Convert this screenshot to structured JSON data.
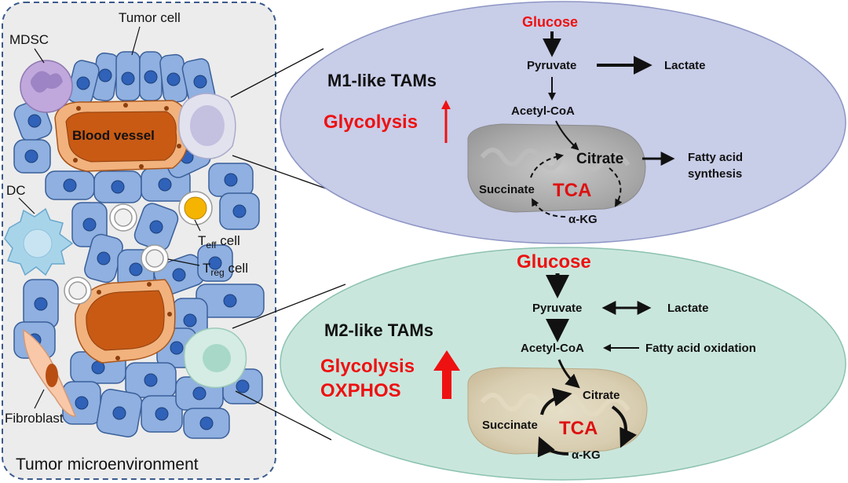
{
  "tme": {
    "caption": "Tumor microenvironment",
    "labels": {
      "tumor_cell": "Tumor cell",
      "mdsc": "MDSC",
      "blood_vessel": "Blood vessel",
      "dc": "DC",
      "teff_main": "T",
      "teff_sub": "eff",
      "teff_cell": " cell",
      "treg_main": "T",
      "treg_sub": "reg",
      "treg_cell": " cell",
      "fibroblast": "Fibroblast"
    }
  },
  "m1": {
    "title": "M1-like TAMs",
    "change": "Glycolysis",
    "nodes": {
      "glucose": "Glucose",
      "pyruvate": "Pyruvate",
      "lactate": "Lactate",
      "acetyl_coa": "Acetyl-CoA",
      "citrate": "Citrate",
      "fatty_acid_1": "Fatty acid",
      "fatty_acid_2": "synthesis",
      "succinate": "Succinate",
      "tca": "TCA",
      "akg": "α-KG"
    }
  },
  "m2": {
    "title": "M2-like TAMs",
    "change_1": "Glycolysis",
    "change_2": "OXPHOS",
    "nodes": {
      "glucose": "Glucose",
      "pyruvate": "Pyruvate",
      "lactate": "Lactate",
      "acetyl_coa": "Acetyl-CoA",
      "fatty_acid_oxidation": "Fatty acid oxidation",
      "citrate": "Citrate",
      "succinate": "Succinate",
      "tca": "TCA",
      "akg": "α-KG"
    }
  },
  "colors": {
    "panel_bg": "#ececec",
    "panel_border": "#3b5a8c",
    "tumor_cell": "#8fb0e0",
    "nucleus": "#2f62b8",
    "vessel": "#c85a14",
    "vessel_wall": "#f2b27d",
    "m1_bg": "#c8cde8",
    "m2_bg": "#c9e6dd",
    "highlight": "#ee1111",
    "teff": "#f5b400",
    "mdsc": "#c0a8dc",
    "dc": "#a8d4ea",
    "fibroblast": "#f8c8a8"
  }
}
